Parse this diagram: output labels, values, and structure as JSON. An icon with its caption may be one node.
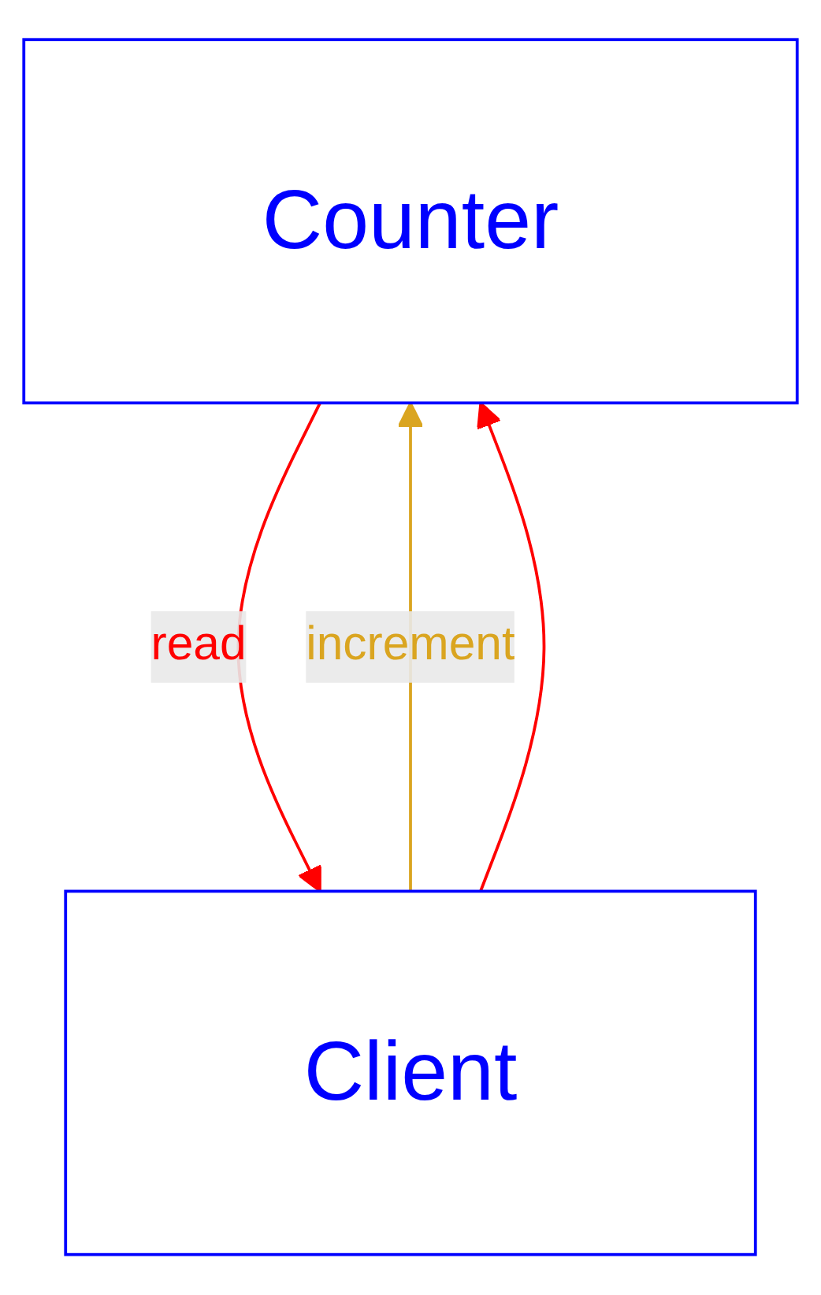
{
  "diagram": {
    "nodes": [
      {
        "text": [
          "Counter"
        ]
      },
      {
        "text": [
          "Client"
        ]
      }
    ],
    "edges": [
      {
        "from": 1,
        "to": 0,
        "arrow": "to",
        "label": "increment",
        "color": "#daa520"
      },
      {
        "from": 1,
        "to": 0,
        "arrow": "to",
        "color": "#ff0000"
      },
      {
        "from": 0,
        "to": 1,
        "arrow": "to",
        "label": "read",
        "color": "#ff0000"
      }
    ]
  }
}
